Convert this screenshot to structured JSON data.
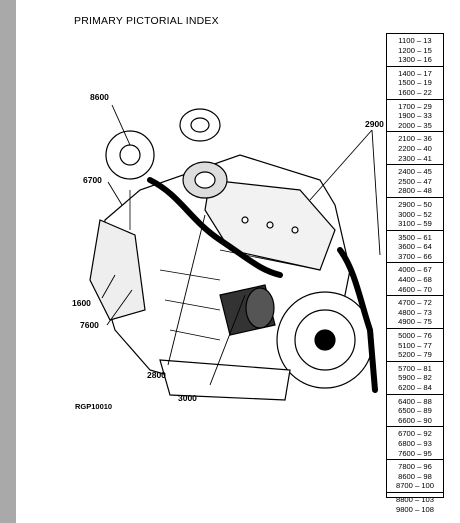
{
  "page": {
    "title": "PRIMARY PICTORIAL INDEX",
    "figure_code": "RGP10010"
  },
  "callouts": {
    "c8600": "8600",
    "c6700": "6700",
    "c1600": "1600",
    "c7600": "7600",
    "c2800": "2800",
    "c3000": "3000",
    "c2900": "2900"
  },
  "index": [
    [
      "1100 – 13",
      "1200 – 15",
      "1300 – 16"
    ],
    [
      "1400 – 17",
      "1500 – 19",
      "1600 – 22"
    ],
    [
      "1700 – 29",
      "1900 – 33",
      "2000 – 35"
    ],
    [
      "2100 – 36",
      "2200 – 40",
      "2300 – 41"
    ],
    [
      "2400 – 45",
      "2500 – 47",
      "2800 – 48"
    ],
    [
      "2900 – 50",
      "3000 – 52",
      "3100 – 59"
    ],
    [
      "3500 – 61",
      "3600 – 64",
      "3700 – 66"
    ],
    [
      "4000 – 67",
      "4400 – 68",
      "4600 – 70"
    ],
    [
      "4700 – 72",
      "4800 – 73",
      "4900 – 75"
    ],
    [
      "5000 – 76",
      "5100 – 77",
      "5200 – 79"
    ],
    [
      "5700 – 81",
      "5900 – 82",
      "6200 – 84"
    ],
    [
      "6400 – 88",
      "6500 – 89",
      "6600 – 90"
    ],
    [
      "6700 – 92",
      "6800 – 93",
      "7600 – 95"
    ],
    [
      "7800 – 96",
      "8600 – 98",
      "8700 – 100"
    ],
    [
      "8800 – 103",
      "9800 – 108"
    ]
  ],
  "icons": {
    "engine": "engine-illustration"
  }
}
